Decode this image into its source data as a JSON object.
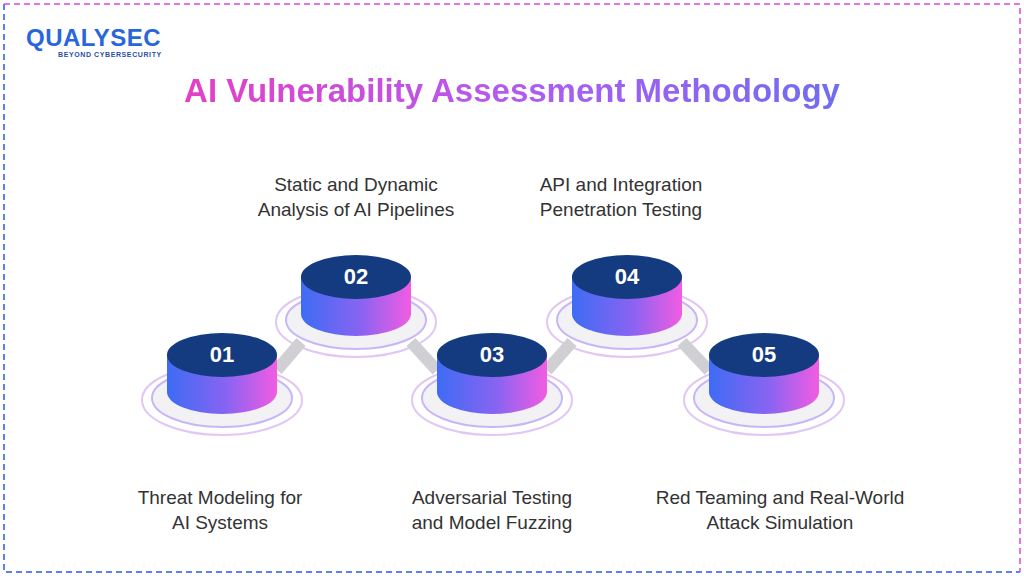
{
  "diagram": {
    "title": "AI Vulnerability Assessment Methodology",
    "nodes": [
      {
        "text": [
          "01",
          "Threat Modeling for AI Systems"
        ]
      },
      {
        "text": [
          "02",
          "Static and Dynamic Analysis of AI Pipelines"
        ]
      },
      {
        "text": [
          "03",
          "Adversarial Testing and Model Fuzzing"
        ]
      },
      {
        "text": [
          "04",
          "API and Integration Penetration Testing"
        ]
      },
      {
        "text": [
          "05",
          "Red Teaming and Real-World Attack Simulation"
        ]
      }
    ],
    "edges": [
      {
        "from": 0,
        "to": 1,
        "arrow": "none"
      },
      {
        "from": 1,
        "to": 2,
        "arrow": "none"
      },
      {
        "from": 2,
        "to": 3,
        "arrow": "none"
      },
      {
        "from": 3,
        "to": 4,
        "arrow": "none"
      }
    ],
    "labels": [
      "QUALYSEC",
      "BEYOND CYBERSECURITY"
    ]
  }
}
